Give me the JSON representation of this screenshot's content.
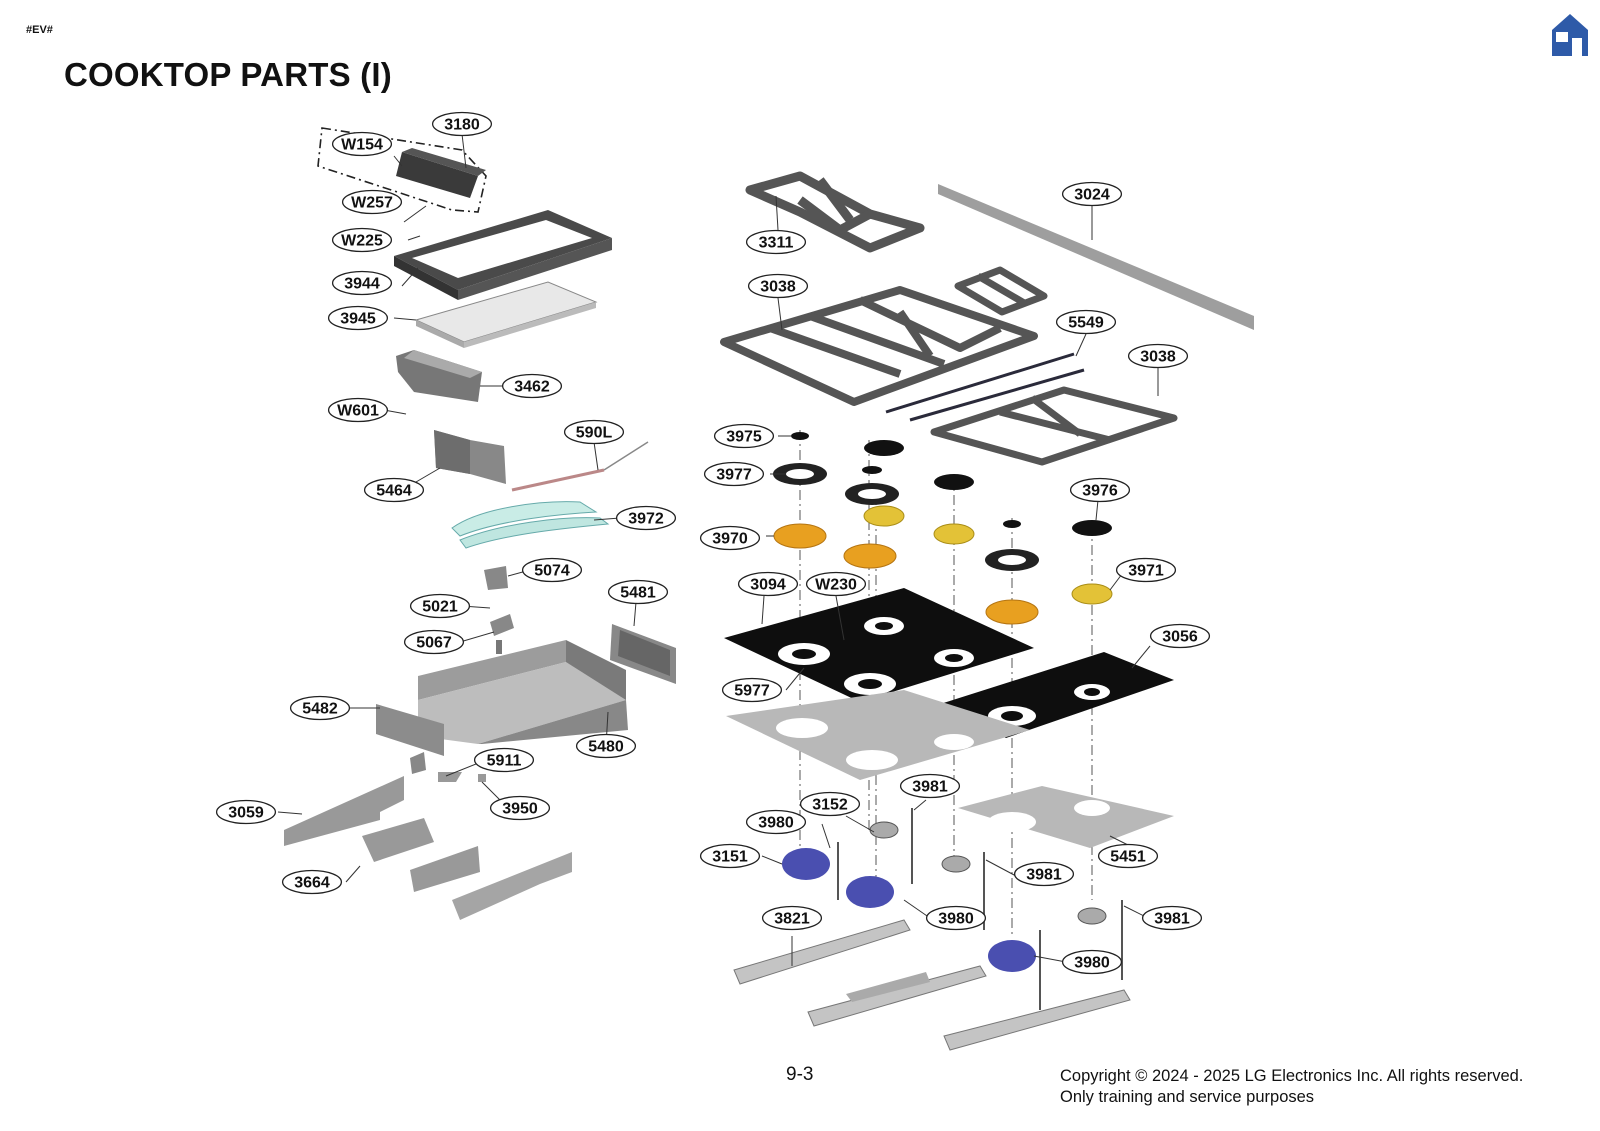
{
  "header": {
    "code": "#EV#",
    "title": "COOKTOP PARTS (I)"
  },
  "footer": {
    "page_number": "9-3",
    "copyright_line1": "Copyright © 2024 - 2025 LG Electronics Inc. All rights reserved.",
    "copyright_line2": "Only training and service purposes"
  },
  "home_icon": {
    "name": "home-icon",
    "color": "#2e5aa8"
  },
  "colors": {
    "part_gray": "#9a9a9a",
    "part_dark": "#3c3c3c",
    "cooktop_black": "#0e0e0e",
    "burner_orange": "#e8a020",
    "burner_yellow": "#e3c237",
    "valve_blue": "#4a4fb0",
    "tube_cyan": "#bfe6e0"
  },
  "labels": [
    "3180",
    "W154",
    "W257",
    "W225",
    "3944",
    "3945",
    "3462",
    "W601",
    "590L",
    "5464",
    "3972",
    "5074",
    "5021",
    "5481",
    "5067",
    "5482",
    "5480",
    "5911",
    "3059",
    "3950",
    "3664",
    "3024",
    "3311",
    "3038",
    "5549",
    "3038",
    "3975",
    "3977",
    "3976",
    "3970",
    "3971",
    "3094",
    "W230",
    "3056",
    "5977",
    "3981",
    "3152",
    "3980",
    "3151",
    "3981",
    "5451",
    "3980",
    "3981",
    "3821",
    "3980"
  ]
}
